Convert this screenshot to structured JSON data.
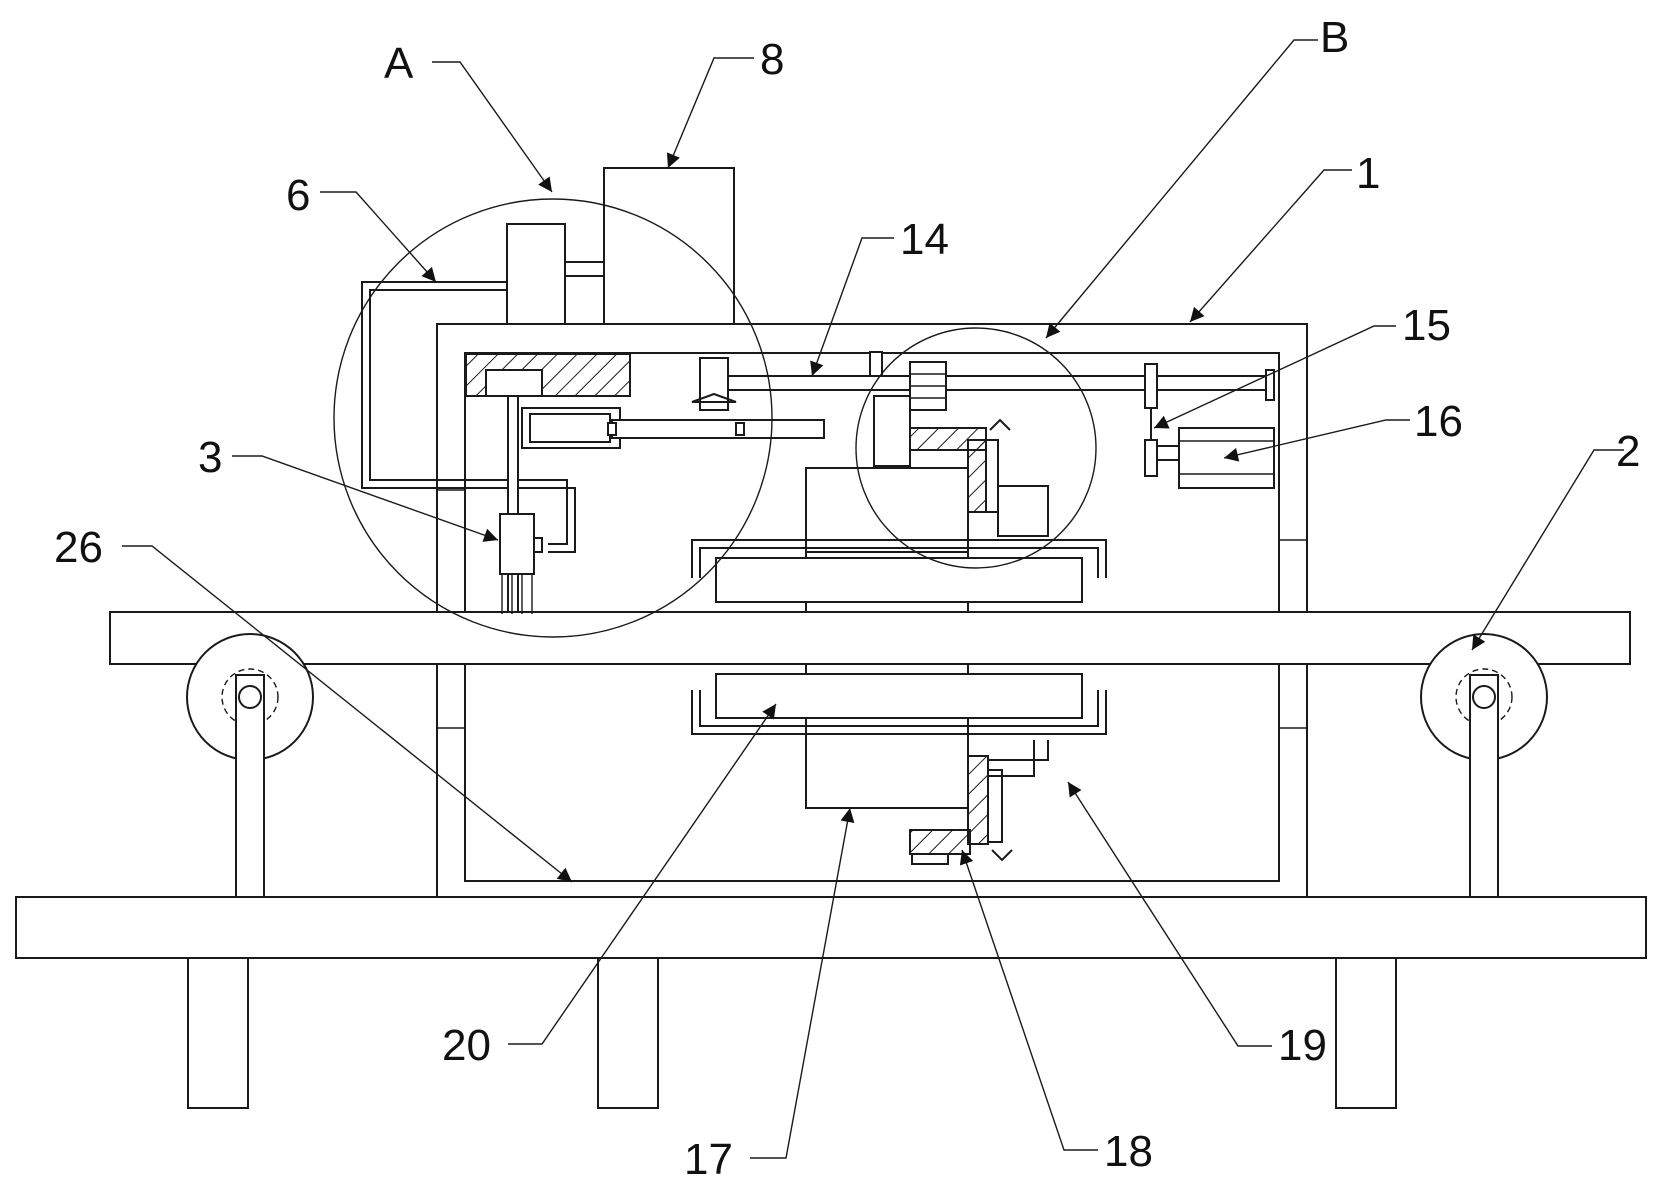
{
  "figure": {
    "labels": {
      "A": "A",
      "B": "B",
      "n1": "1",
      "n2": "2",
      "n3": "3",
      "n6": "6",
      "n8": "8",
      "n14": "14",
      "n15": "15",
      "n16": "16",
      "n17": "17",
      "n18": "18",
      "n19": "19",
      "n20": "20",
      "n26": "26"
    },
    "line_color": "#1a1a1a",
    "background": "#ffffff"
  }
}
